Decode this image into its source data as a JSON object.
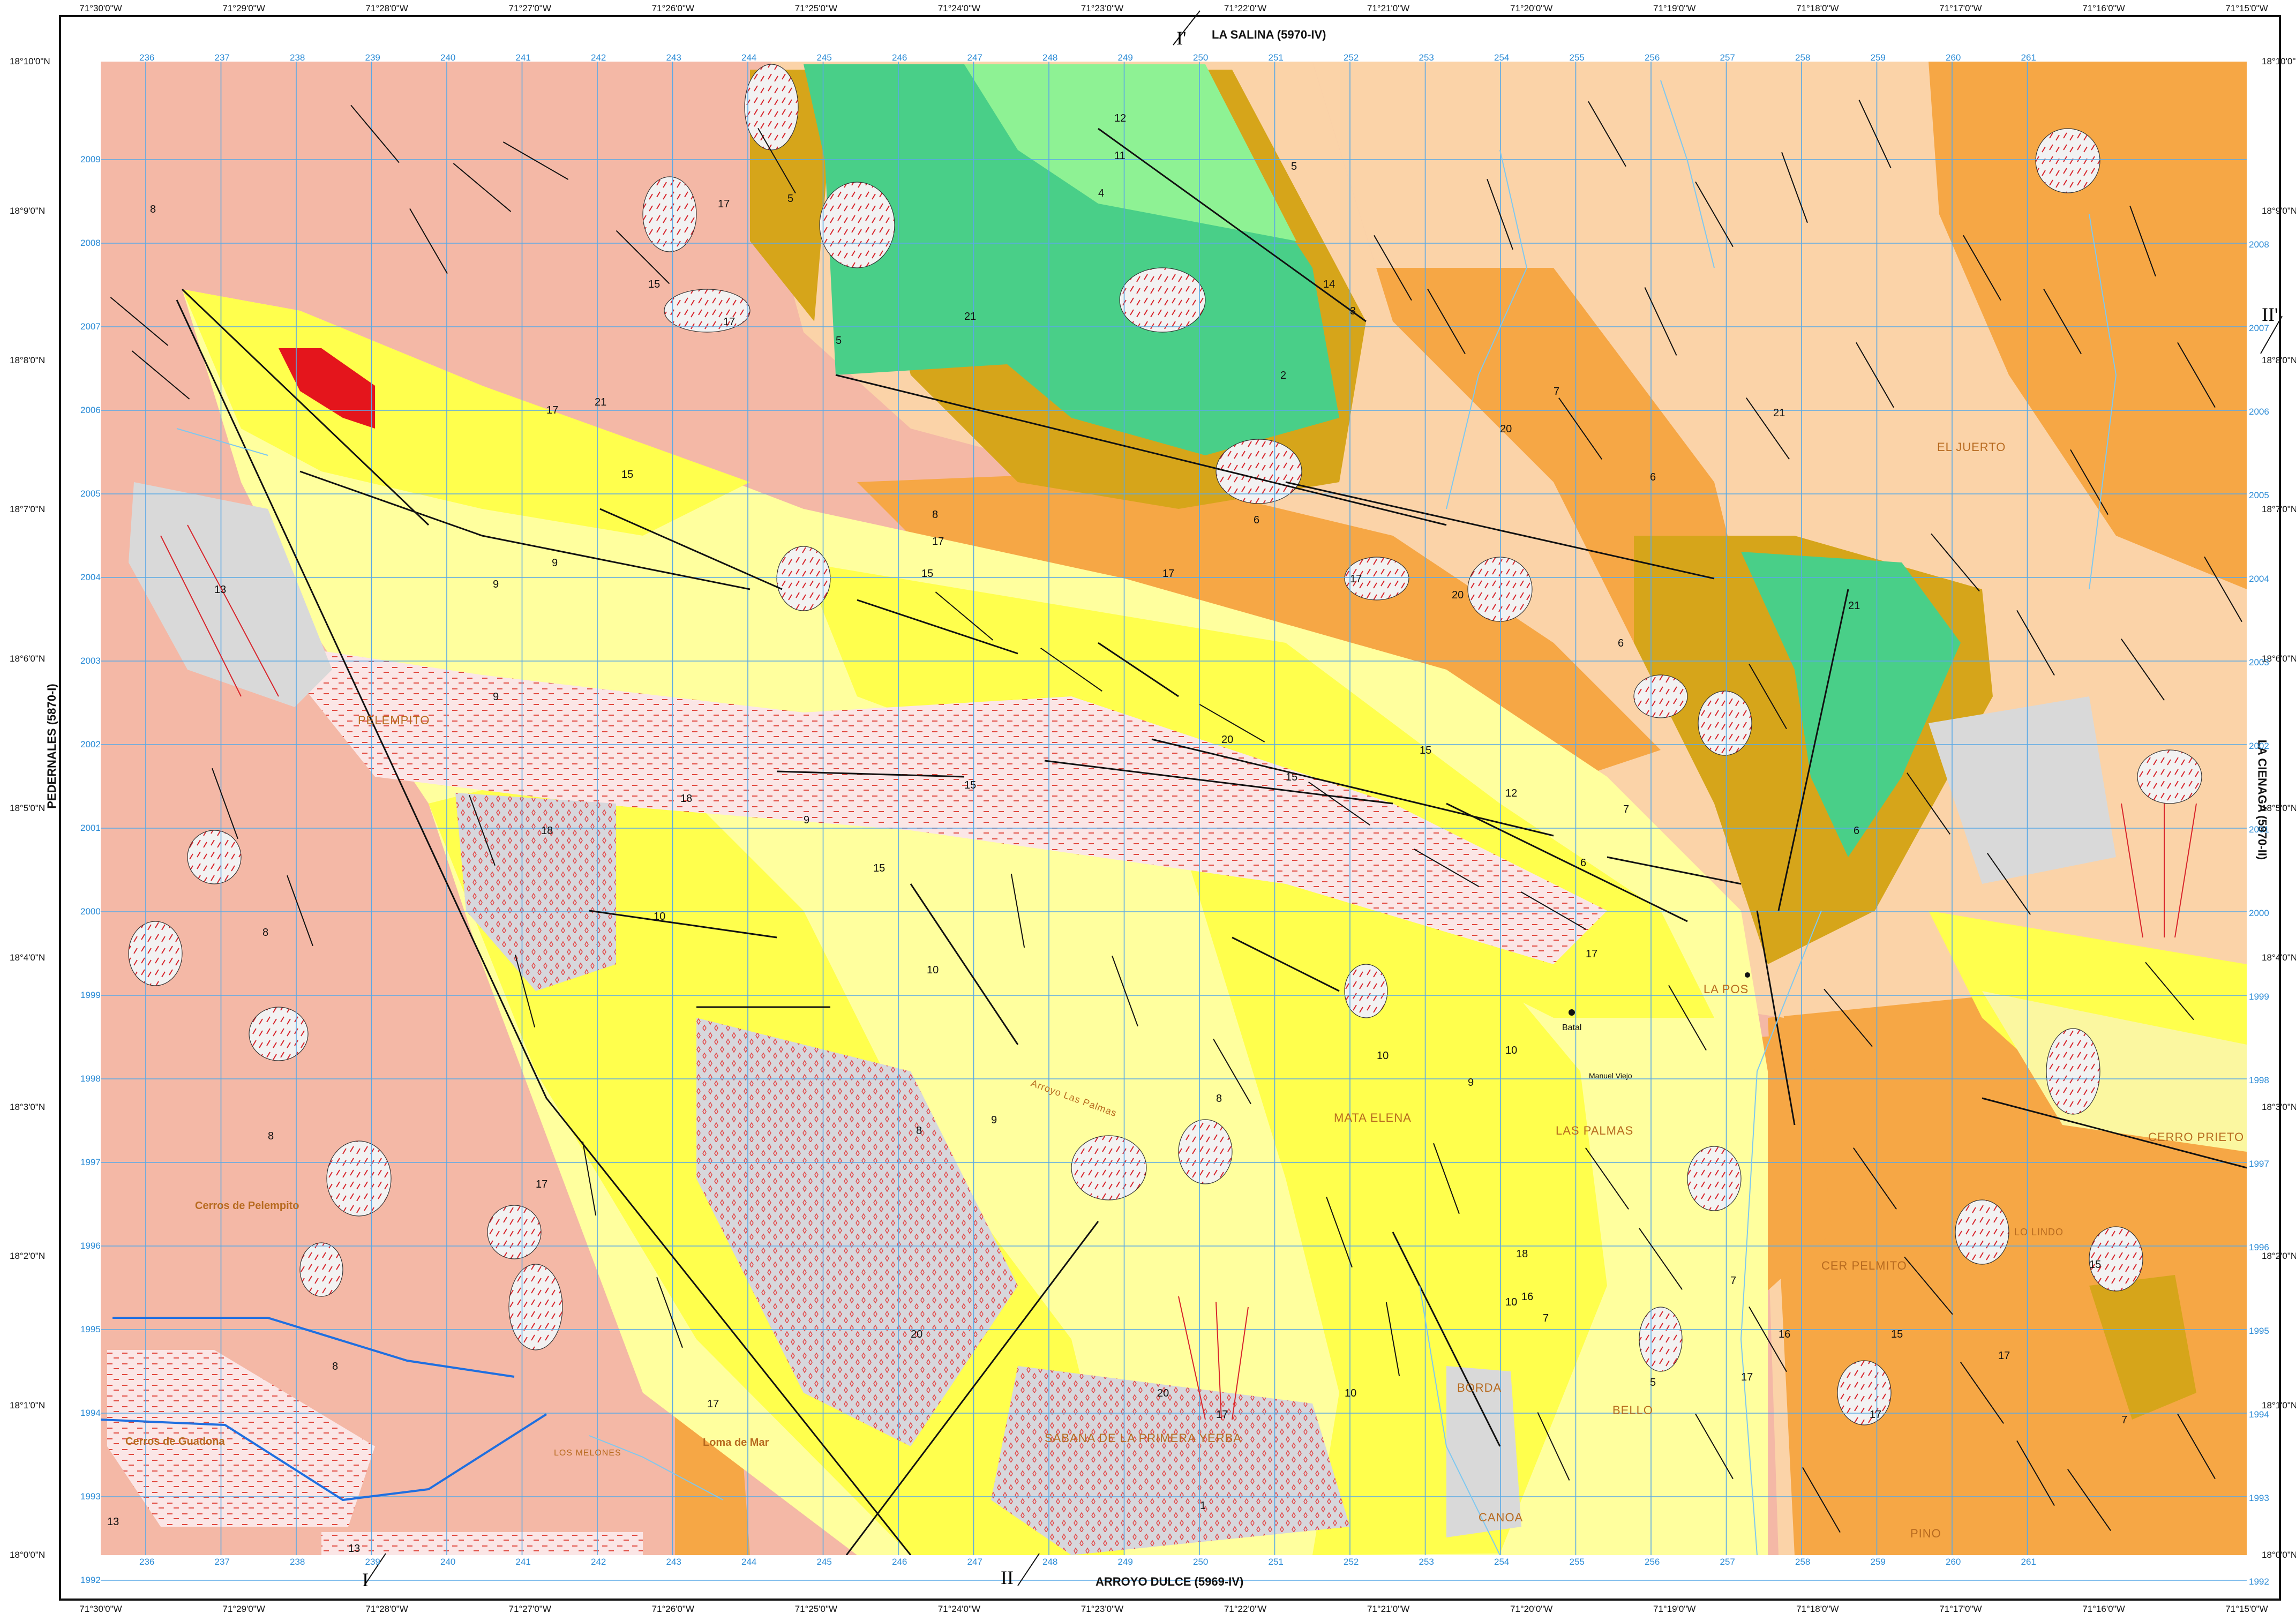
{
  "edges": {
    "top": "LA SALINA (5970-IV)",
    "bottom": "ARROYO DULCE (5969-IV)",
    "left": "PEDERNALES (5870-I)",
    "right": "LA CIENAGA (5970-II)"
  },
  "sections": {
    "s1": "I",
    "s1p": "I'",
    "s2": "II",
    "s2p": "II'"
  },
  "longitudes": [
    "71°30'0\"W",
    "71°29'0\"W",
    "71°28'0\"W",
    "71°27'0\"W",
    "71°26'0\"W",
    "71°25'0\"W",
    "71°24'0\"W",
    "71°23'0\"W",
    "71°22'0\"W",
    "71°21'0\"W",
    "71°20'0\"W",
    "71°19'0\"W",
    "71°18'0\"W",
    "71°17'0\"W",
    "71°16'0\"W",
    "71°15'0\"W"
  ],
  "latitudes": [
    "18°10'0\"N",
    "18°9'0\"N",
    "18°8'0\"N",
    "18°7'0\"N",
    "18°6'0\"N",
    "18°5'0\"N",
    "18°4'0\"N",
    "18°3'0\"N",
    "18°2'0\"N",
    "18°1'0\"N",
    "18°0'0\"N"
  ],
  "utm_x": [
    "236",
    "237",
    "238",
    "239",
    "240",
    "241",
    "242",
    "243",
    "244",
    "245",
    "246",
    "247",
    "248",
    "249",
    "250",
    "251",
    "252",
    "253",
    "254",
    "255",
    "256",
    "257",
    "258",
    "259",
    "260",
    "261"
  ],
  "utm_y_left": [
    "2009",
    "2008",
    "2007",
    "2006",
    "2005",
    "2004",
    "2003",
    "2002",
    "2001",
    "2000",
    "1999",
    "1998",
    "1997",
    "1996",
    "1995",
    "1994",
    "1993",
    "1992"
  ],
  "utm_y_right": [
    "2008",
    "2007",
    "2006",
    "2005",
    "2004",
    "2003",
    "2002",
    "2001",
    "2000",
    "1999",
    "1998",
    "1997",
    "1996",
    "1995",
    "1994",
    "1993",
    "1992"
  ],
  "places": {
    "pelempito": "PELEMPITO",
    "cerros_pelempito": "Cerros de Pelempito",
    "cerros_guadona": "Cerros de Guadona",
    "los_melones": "LOS MELONES",
    "loma": "Loma de Mar",
    "sabana": "SABANA DE LA PRIMERA YERBA",
    "mata_elena": "MATA ELENA",
    "las_palmas": "LAS PALMAS",
    "arroyo_palmas": "Arroyo Las Palmas",
    "bello": "BELLO",
    "borda": "BORDA",
    "canoa": "CANOA",
    "el_juerto": "EL JUERTO",
    "la_pos": "LA POS",
    "cerro_prieto": "CERRO PRIETO",
    "cerro_pelempito": "CER PELMITO",
    "lo_lindo": "LO LINDO",
    "pino": "PINO",
    "batal": "Batal",
    "manuel_viejo": "Manuel Viejo"
  },
  "units": [
    {
      "t": "8"
    },
    {
      "t": "8"
    },
    {
      "t": "8"
    },
    {
      "t": "8"
    },
    {
      "t": "8"
    },
    {
      "t": "8"
    },
    {
      "t": "8"
    },
    {
      "t": "17"
    },
    {
      "t": "17"
    },
    {
      "t": "17"
    },
    {
      "t": "17"
    },
    {
      "t": "17"
    },
    {
      "t": "17"
    },
    {
      "t": "17"
    },
    {
      "t": "17"
    },
    {
      "t": "17"
    },
    {
      "t": "17"
    },
    {
      "t": "17"
    },
    {
      "t": "17"
    },
    {
      "t": "17"
    },
    {
      "t": "15"
    },
    {
      "t": "15"
    },
    {
      "t": "15"
    },
    {
      "t": "15"
    },
    {
      "t": "15"
    },
    {
      "t": "15"
    },
    {
      "t": "15"
    },
    {
      "t": "15"
    },
    {
      "t": "15"
    },
    {
      "t": "13"
    },
    {
      "t": "13"
    },
    {
      "t": "13"
    },
    {
      "t": "9"
    },
    {
      "t": "9"
    },
    {
      "t": "9"
    },
    {
      "t": "9"
    },
    {
      "t": "9"
    },
    {
      "t": "9"
    },
    {
      "t": "10"
    },
    {
      "t": "10"
    },
    {
      "t": "10"
    },
    {
      "t": "10"
    },
    {
      "t": "10"
    },
    {
      "t": "10"
    },
    {
      "t": "18"
    },
    {
      "t": "18"
    },
    {
      "t": "18"
    },
    {
      "t": "20"
    },
    {
      "t": "20"
    },
    {
      "t": "20"
    },
    {
      "t": "20"
    },
    {
      "t": "20"
    },
    {
      "t": "21"
    },
    {
      "t": "21"
    },
    {
      "t": "21"
    },
    {
      "t": "21"
    },
    {
      "t": "5"
    },
    {
      "t": "5"
    },
    {
      "t": "5"
    },
    {
      "t": "5"
    },
    {
      "t": "6"
    },
    {
      "t": "6"
    },
    {
      "t": "6"
    },
    {
      "t": "6"
    },
    {
      "t": "6"
    },
    {
      "t": "7"
    },
    {
      "t": "7"
    },
    {
      "t": "7"
    },
    {
      "t": "7"
    },
    {
      "t": "7"
    },
    {
      "t": "16"
    },
    {
      "t": "16"
    },
    {
      "t": "14"
    },
    {
      "t": "1"
    },
    {
      "t": "2"
    },
    {
      "t": "3"
    },
    {
      "t": "4"
    },
    {
      "t": "11"
    },
    {
      "t": "12"
    },
    {
      "t": "12"
    }
  ],
  "colors": {
    "salmon": "#f4b8a6",
    "yellow": "#ffff4d",
    "pale_yellow": "#ffff9e",
    "pale_yellow2": "#fbf7a0",
    "green": "#49cf88",
    "light_green": "#8ef294",
    "dark_gold": "#d6a51a",
    "orange": "#f6a745",
    "peach": "#fbd3a8",
    "light_peach": "#fde6cf",
    "gray": "#d9d9d9",
    "grid": "#5aa9e6",
    "fault": "#111111",
    "dikes": "#d8242b"
  }
}
